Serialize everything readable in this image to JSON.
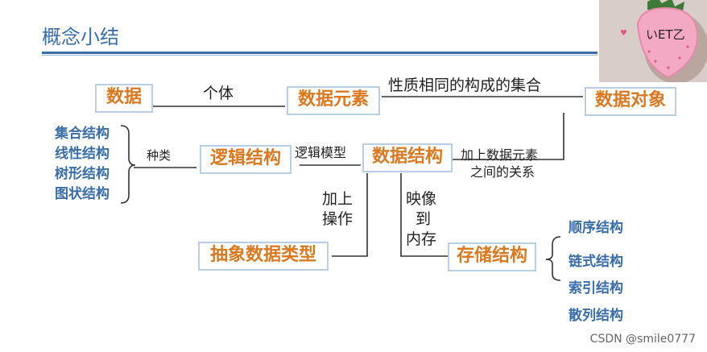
{
  "title": "概念小结",
  "nodes": {
    "shuju": "数据",
    "shuju_yuansu": "数据元素",
    "shuju_duixiang": "数据对象",
    "luoji_jiegou": "逻辑结构",
    "shuju_jiegou": "数据结构",
    "chouxiang": "抽象数据类型",
    "cunchu": "存储结构"
  },
  "edge_labels": {
    "geti": "个体",
    "xingzhi": "性质相同的构成的集合",
    "zhonglei": "种类",
    "luoji_moxing": "逻辑模型",
    "guanxi_line1": "加上数据元素",
    "guanxi_line2": "之间的关系",
    "caozuo_line1": "加上",
    "caozuo_line2": "操作",
    "yingxiang_line1": "映像",
    "yingxiang_line2": "到",
    "yingxiang_line3": "内存"
  },
  "logical_kinds": [
    "集合结构",
    "线性结构",
    "树形结构",
    "图状结构"
  ],
  "storage_kinds": [
    "顺序结构",
    "链式结构",
    "索引结构",
    "散列结构"
  ],
  "sticker_text": "いET乙",
  "watermark": "CSDN @smile0777",
  "colors": {
    "node_text": "#d97a22",
    "node_border": "#b8cfe6",
    "list_text": "#3a6ea8",
    "title": "#3a6ea8"
  }
}
